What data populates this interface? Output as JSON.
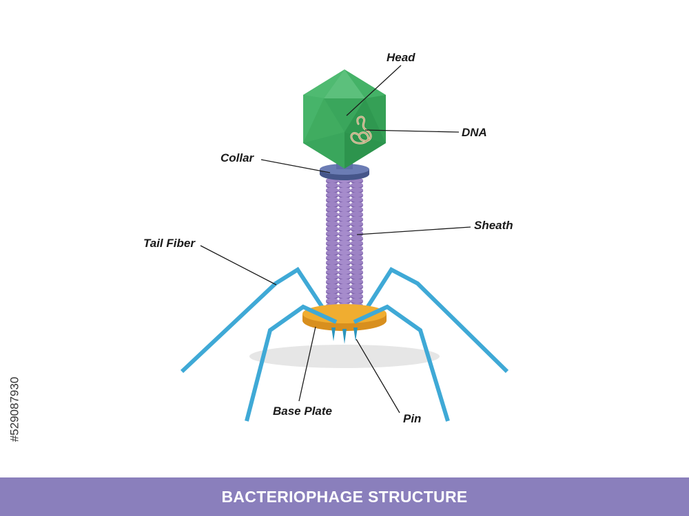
{
  "title": "BACTERIOPHAGE STRUCTURE",
  "stock_id": "#529087930",
  "labels": {
    "head": "Head",
    "dna": "DNA",
    "collar": "Collar",
    "sheath": "Sheath",
    "tail_fiber": "Tail Fiber",
    "base_plate": "Base Plate",
    "pin": "Pin"
  },
  "colors": {
    "head_green": "#3fae63",
    "collar_blue": "#5e6fa7",
    "sheath_purple": "#9d83c4",
    "base_plate_yellow": "#f0ad30",
    "tail_fiber_blue": "#3fa9d6",
    "title_bar": "#8a7fbc"
  }
}
